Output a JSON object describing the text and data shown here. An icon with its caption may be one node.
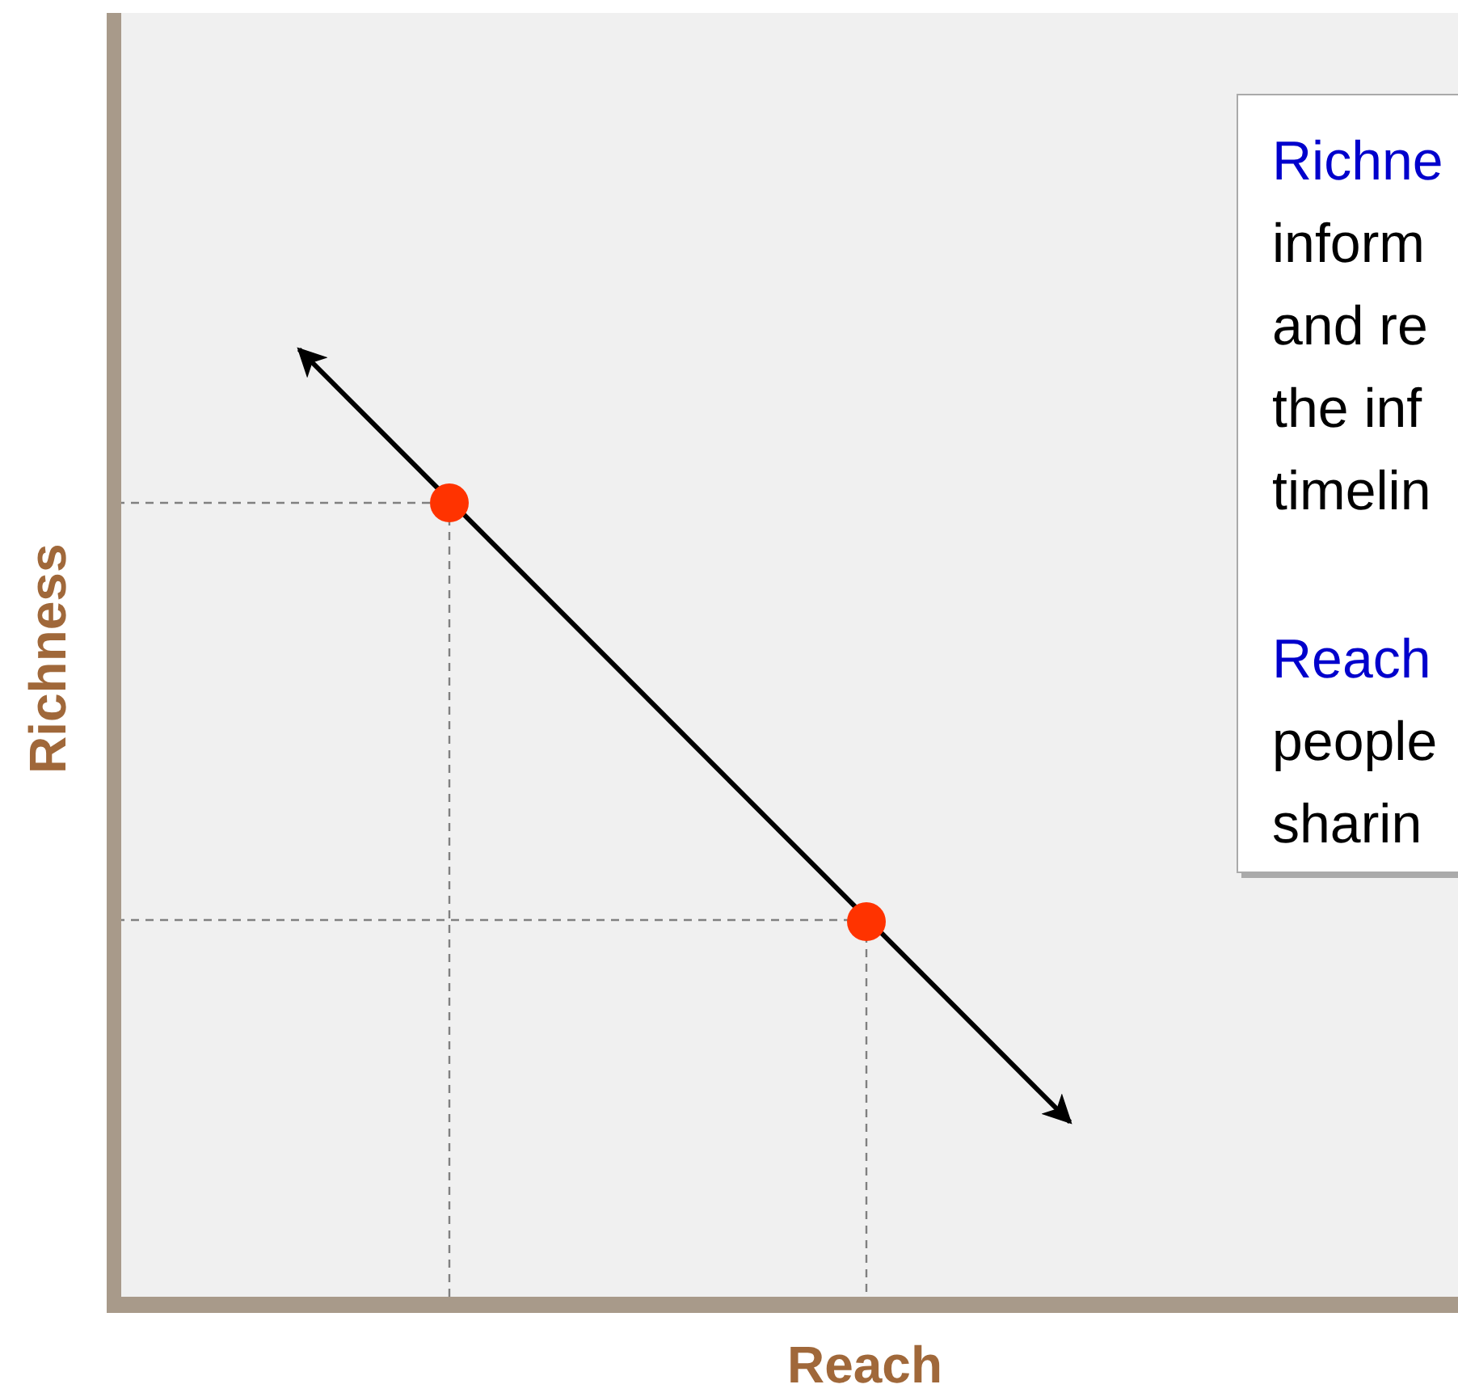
{
  "diagram": {
    "nodes": [
      {
        "text": [
          "Richne",
          "inform and re the inf timelin",
          "Reach",
          "people sharin"
        ]
      }
    ],
    "edges": [],
    "labels": [
      "Richness",
      "Reach"
    ]
  }
}
